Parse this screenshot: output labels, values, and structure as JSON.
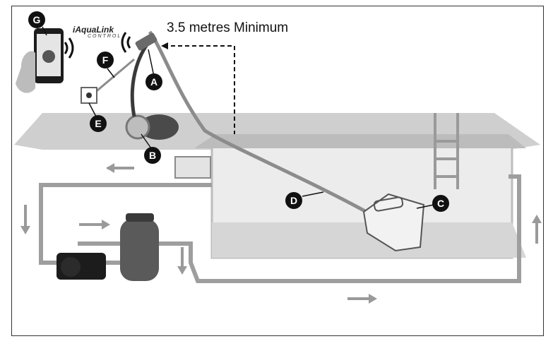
{
  "caption": "3.5 metres Minimum",
  "brand": {
    "name": "iAquaLink",
    "subline": "CONTROL"
  },
  "markers": {
    "a": "A",
    "b": "B",
    "c": "C",
    "d": "D",
    "e": "E",
    "f": "F",
    "g": "G"
  },
  "colors": {
    "pipe": "#9a9a9a",
    "pool_wall": "#d9d9d9",
    "deck": "#c8c8c8",
    "equipment": "#2a2a2a",
    "marker_bg": "#111111"
  }
}
